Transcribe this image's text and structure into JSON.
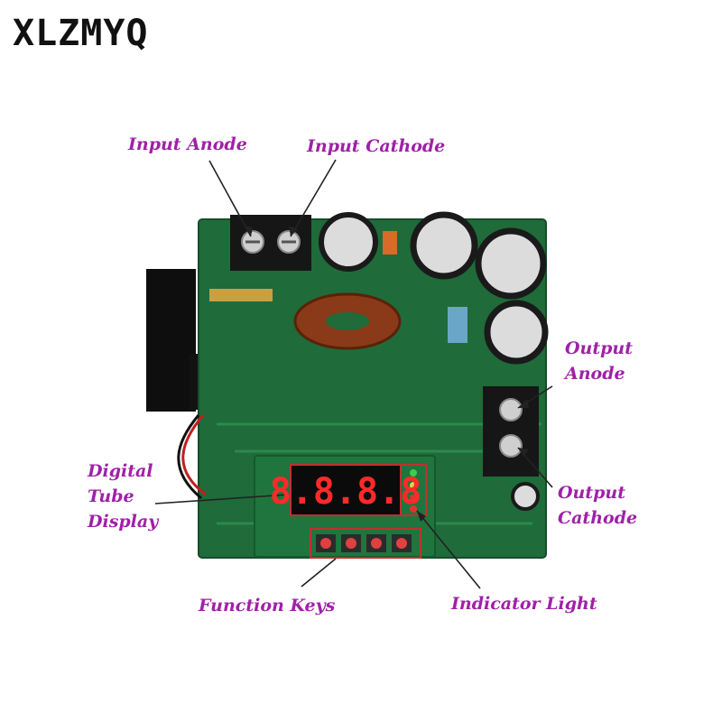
{
  "brand": "XLZMYQ",
  "labels": {
    "input_anode": "Input Anode",
    "input_cathode": "Input Cathode",
    "output_anode_1": "Output",
    "output_anode_2": "Anode",
    "output_cathode_1": "Output",
    "output_cathode_2": "Cathode",
    "digital_tube_1": "Digital",
    "digital_tube_2": "Tube",
    "digital_tube_3": "Display",
    "function_keys": "Function Keys",
    "indicator_light": "Indicator Light"
  },
  "display": {
    "digits": "8.8.8.8"
  },
  "colors": {
    "label": "#a020a8",
    "pcb": "#1f6b3a",
    "display_digits": "#ff2a2a",
    "leader_line": "#222222"
  }
}
